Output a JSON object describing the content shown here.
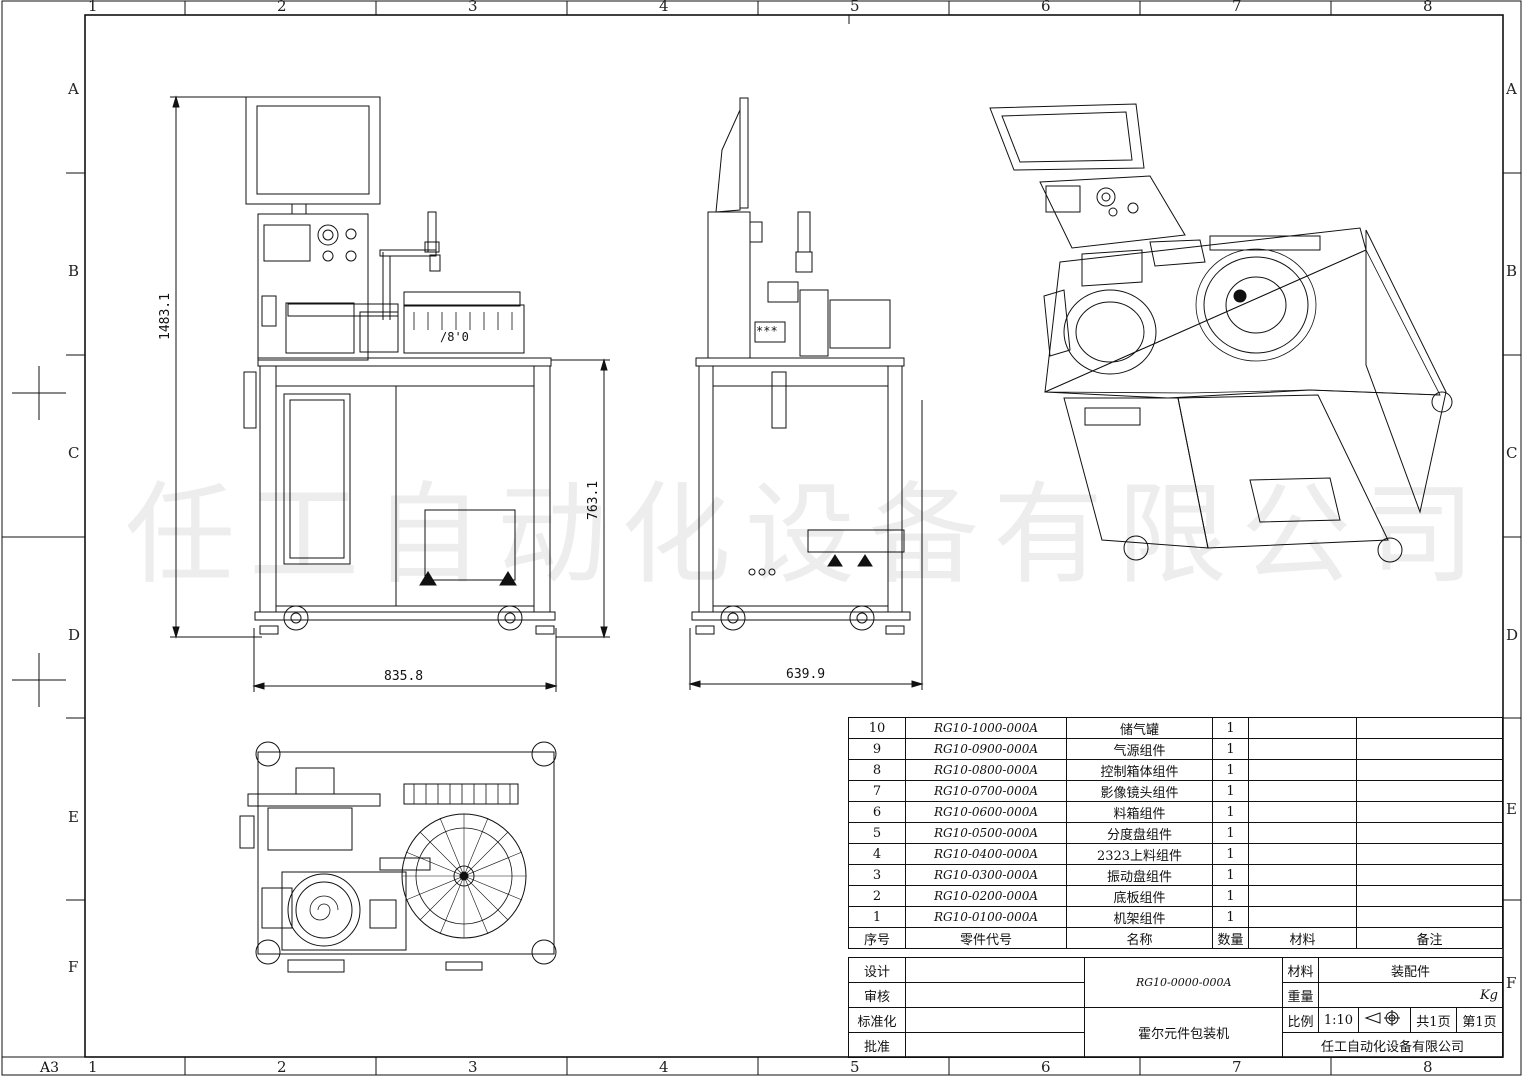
{
  "sheet": {
    "size_label": "A3",
    "col_labels": [
      "1",
      "2",
      "3",
      "4",
      "5",
      "6",
      "7",
      "8"
    ],
    "row_labels": [
      "A",
      "B",
      "C",
      "D",
      "E",
      "F"
    ]
  },
  "dimensions": {
    "front_height": "1483.1",
    "front_width": "835.8",
    "side_table_height": "763.1",
    "side_width": "639.9",
    "panel_mark": "/8'0",
    "side_mark": "***"
  },
  "watermark": "任工自动化设备有限公司",
  "bom": {
    "rows": [
      {
        "no": "10",
        "code": "RG10-1000-000A",
        "name": "储气罐",
        "qty": "1",
        "material": "",
        "remark": ""
      },
      {
        "no": "9",
        "code": "RG10-0900-000A",
        "name": "气源组件",
        "qty": "1",
        "material": "",
        "remark": ""
      },
      {
        "no": "8",
        "code": "RG10-0800-000A",
        "name": "控制箱体组件",
        "qty": "1",
        "material": "",
        "remark": ""
      },
      {
        "no": "7",
        "code": "RG10-0700-000A",
        "name": "影像镜头组件",
        "qty": "1",
        "material": "",
        "remark": ""
      },
      {
        "no": "6",
        "code": "RG10-0600-000A",
        "name": "料箱组件",
        "qty": "1",
        "material": "",
        "remark": ""
      },
      {
        "no": "5",
        "code": "RG10-0500-000A",
        "name": "分度盘组件",
        "qty": "1",
        "material": "",
        "remark": ""
      },
      {
        "no": "4",
        "code": "RG10-0400-000A",
        "name": "2323上料组件",
        "qty": "1",
        "material": "",
        "remark": ""
      },
      {
        "no": "3",
        "code": "RG10-0300-000A",
        "name": "振动盘组件",
        "qty": "1",
        "material": "",
        "remark": ""
      },
      {
        "no": "2",
        "code": "RG10-0200-000A",
        "name": "底板组件",
        "qty": "1",
        "material": "",
        "remark": ""
      },
      {
        "no": "1",
        "code": "RG10-0100-000A",
        "name": "机架组件",
        "qty": "1",
        "material": "",
        "remark": ""
      }
    ],
    "header": {
      "no": "序号",
      "code": "零件代号",
      "name": "名称",
      "qty": "数量",
      "material": "材料",
      "remark": "备注"
    }
  },
  "title_block": {
    "design_label": "设计",
    "review_label": "审核",
    "standard_label": "标准化",
    "approve_label": "批准",
    "drawing_no": "RG10-0000-000A",
    "drawing_name": "霍尔元件包装机",
    "material_label": "材料",
    "material_value": "装配件",
    "weight_label": "重量",
    "weight_unit": "Kg",
    "scale_label": "比例",
    "scale_value": "1:10",
    "sheets_total": "共1页",
    "sheet_no": "第1页",
    "company": "任工自动化设备有限公司"
  }
}
